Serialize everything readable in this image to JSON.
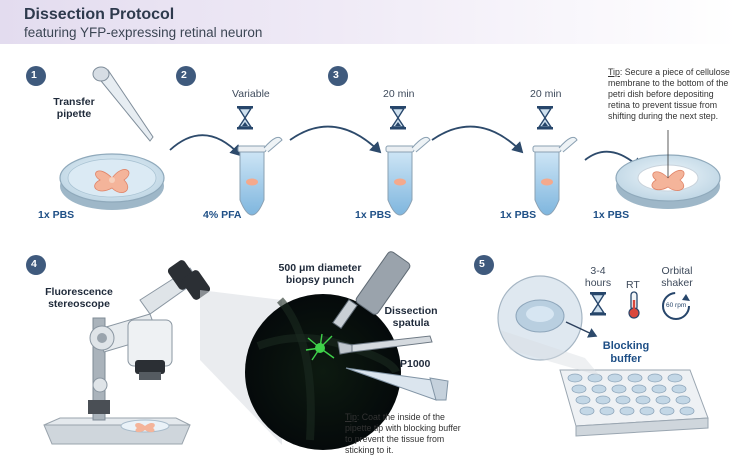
{
  "header": {
    "title": "Dissection Protocol",
    "subtitle": "featuring YFP-expressing retinal neuron"
  },
  "steps": {
    "s1": "1",
    "s2": "2",
    "s3": "3",
    "s4": "4",
    "s5": "5"
  },
  "row1": {
    "transfer_pipette": "Transfer pipette",
    "pbs1": "1x PBS",
    "pfa": "4% PFA",
    "pbs2": "1x PBS",
    "pbs3": "1x PBS",
    "pbs4": "1x PBS",
    "time_variable": "Variable",
    "time_20a": "20 min",
    "time_20b": "20 min",
    "tip_label": "Tip",
    "tip_text": ": Secure a piece of cellulose membrane to the bottom of the petri dish before depositing retina to prevent tissue from shifting during the next step."
  },
  "row2": {
    "microscope": "Fluorescence stereoscope",
    "biopsy": "500 μm diameter biopsy punch",
    "spatula": "Dissection spatula",
    "p1000": "P1000",
    "tip_label": "Tip",
    "tip_text": ": Coat the inside of the pipette tip with blocking buffer to prevent the tissue from sticking to it."
  },
  "step5": {
    "hours": "3-4 hours",
    "rt": "RT",
    "shaker": "Orbital shaker",
    "rpm": "60 rpm",
    "blocking": "Blocking buffer"
  },
  "colors": {
    "step_circle": "#3f5a7d",
    "accent_blue": "#1e4f86",
    "header_purple": "#e3dcef"
  }
}
